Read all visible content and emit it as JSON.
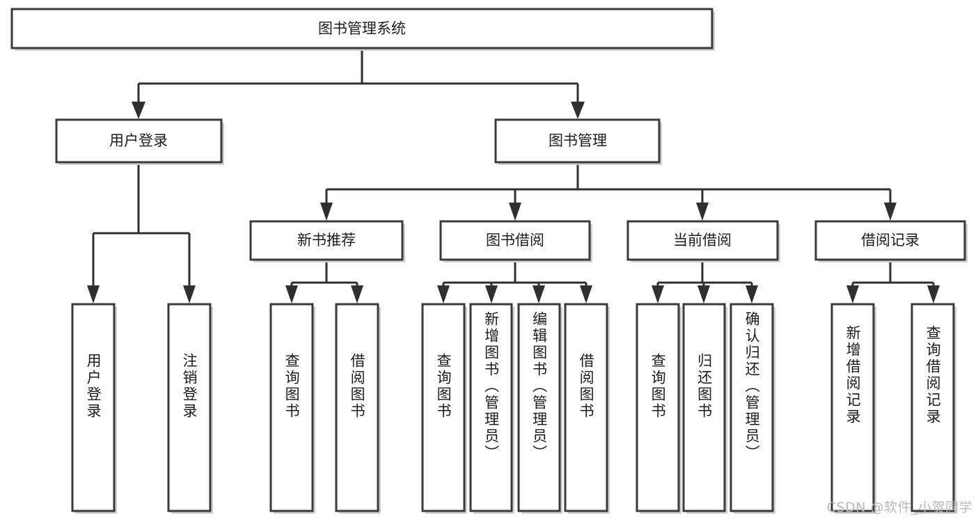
{
  "diagram": {
    "title": "图书管理系统",
    "type": "tree-hierarchy",
    "orientation": "top-down",
    "root": {
      "label": "图书管理系统"
    },
    "level1": [
      {
        "label": "用户登录"
      },
      {
        "label": "图书管理"
      }
    ],
    "level2": [
      {
        "label": "新书推荐"
      },
      {
        "label": "图书借阅"
      },
      {
        "label": "当前借阅"
      },
      {
        "label": "借阅记录"
      }
    ],
    "leaves": {
      "user_login": [
        {
          "label": "用户登录"
        },
        {
          "label": "注销登录"
        }
      ],
      "new_book_recommend": [
        {
          "label": "查询图书"
        },
        {
          "label": "借阅图书"
        }
      ],
      "book_borrow": [
        {
          "label": "查询图书"
        },
        {
          "label": "新增图书（管理员）"
        },
        {
          "label": "编辑图书（管理员）"
        },
        {
          "label": "借阅图书"
        }
      ],
      "current_borrow": [
        {
          "label": "查询图书"
        },
        {
          "label": "归还图书"
        },
        {
          "label": "确认归还（管理员）"
        }
      ],
      "borrow_record": [
        {
          "label": "新增借阅记录"
        },
        {
          "label": "查询借阅记录"
        }
      ]
    }
  },
  "watermark": {
    "text": "CSDN @软件_小贺同学"
  },
  "colors": {
    "background": "#ffffff",
    "box_stroke": "#3a3a3a",
    "connector": "#2f2f2f",
    "text": "#1c1c1c",
    "watermark": "#b9b9b9"
  }
}
